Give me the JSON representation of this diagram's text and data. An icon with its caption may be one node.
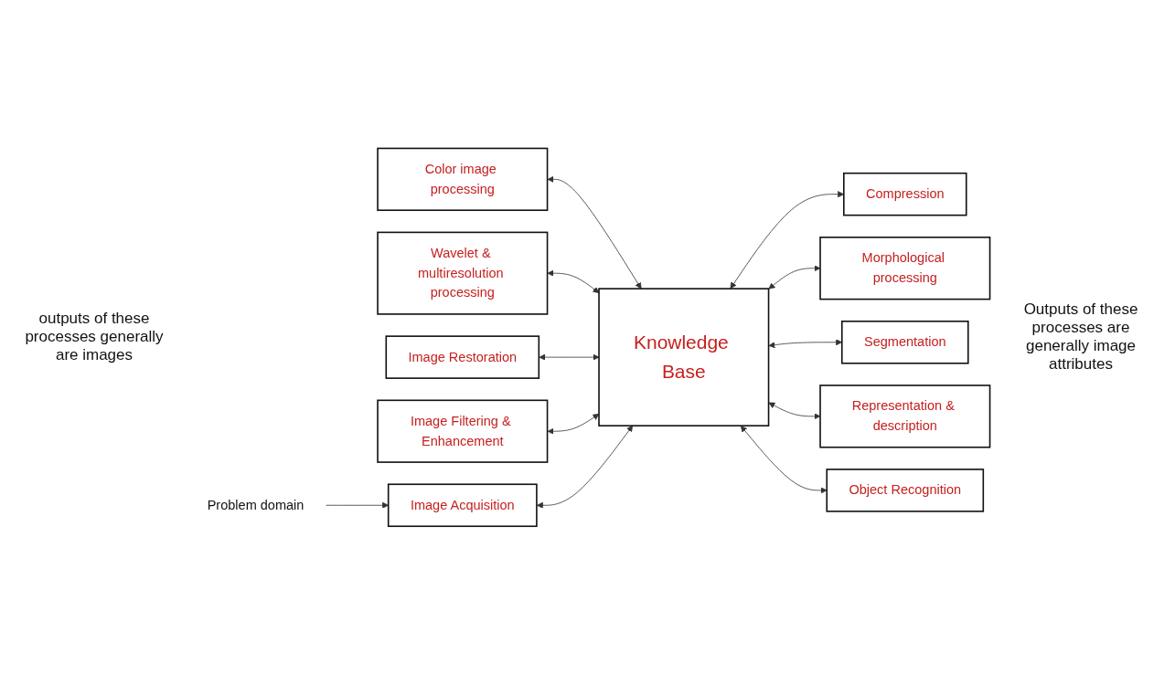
{
  "diagram": {
    "nodes": [
      {
        "text": [
          "Color image processing"
        ]
      },
      {
        "text": [
          "Wavelet & multiresolution processing"
        ]
      },
      {
        "text": [
          "Compression"
        ]
      },
      {
        "text": [
          "Morphological processing"
        ]
      },
      {
        "text": [
          "Image Restoration"
        ]
      },
      {
        "text": [
          "Knowledge Base"
        ]
      },
      {
        "text": [
          "Segmentation"
        ]
      },
      {
        "text": [
          "Image Filtering & Enhancement"
        ]
      },
      {
        "text": [
          "Representation & description"
        ]
      },
      {
        "text": [
          "Problem domain"
        ]
      },
      {
        "text": [
          "Image Acquisition"
        ]
      },
      {
        "text": [
          "Object Recognition"
        ]
      }
    ],
    "edges": [
      {
        "from": 0,
        "to": 5,
        "arrow": "both"
      },
      {
        "from": 1,
        "to": 5,
        "arrow": "both"
      },
      {
        "from": 5,
        "to": 2,
        "arrow": "both"
      },
      {
        "from": 5,
        "to": 3,
        "arrow": "both"
      },
      {
        "from": 4,
        "to": 5,
        "arrow": "both"
      },
      {
        "from": 5,
        "to": 6,
        "arrow": "both"
      },
      {
        "from": 7,
        "to": 5,
        "arrow": "both"
      },
      {
        "from": 5,
        "to": 8,
        "arrow": "both"
      },
      {
        "from": 9,
        "to": 10,
        "arrow": "to"
      },
      {
        "from": 10,
        "to": 5,
        "arrow": "both"
      },
      {
        "from": 5,
        "to": 11,
        "arrow": "both"
      }
    ],
    "labels": [
      "outputs of these processes generally are images",
      "Outputs of these processes are generally image attributes"
    ]
  }
}
